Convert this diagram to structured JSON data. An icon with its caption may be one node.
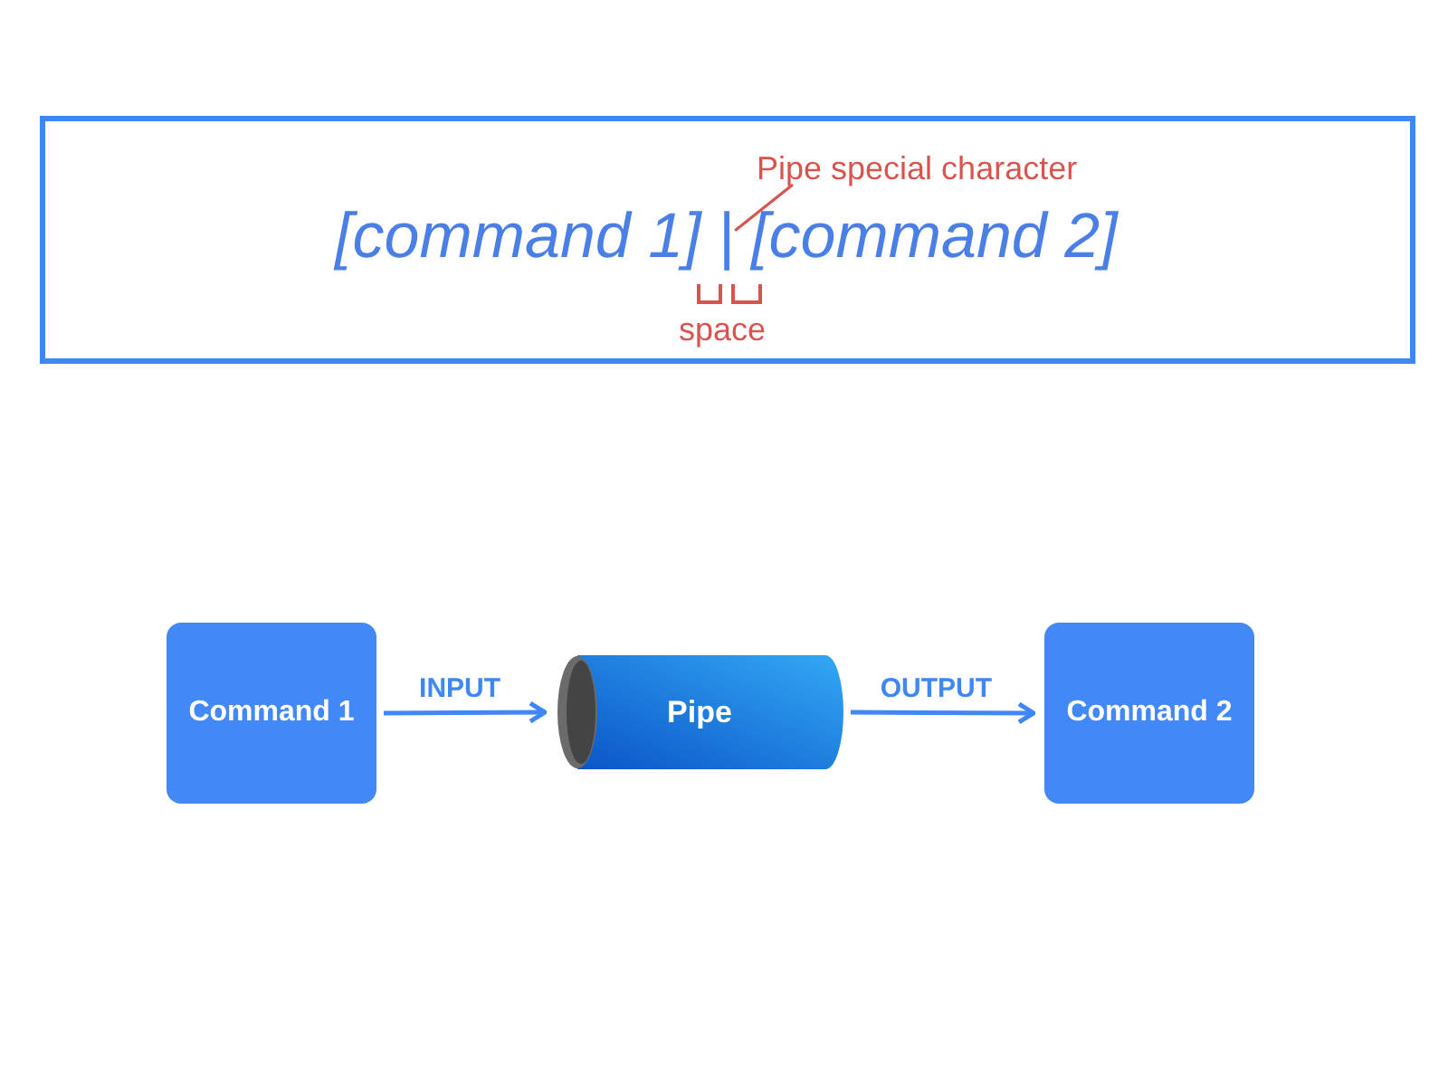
{
  "diagram": {
    "nodes": [
      {
        "text": [],
        "shape": "box"
      },
      {
        "text": [
          "[command 1]"
        ],
        "in": 0
      },
      {
        "text": [
          "|"
        ],
        "in": 0
      },
      {
        "text": [
          "[command 2]"
        ],
        "in": 0
      },
      {
        "text": [
          "Pipe special character"
        ],
        "in": 0
      },
      {
        "text": [
          "Command 1"
        ]
      },
      {
        "text": [
          "Pipe"
        ]
      },
      {
        "text": [
          "Command 2"
        ]
      }
    ],
    "edges": [
      {
        "from": 4,
        "to": 2,
        "arrow": "none",
        "color": "#d9534f"
      },
      {
        "from": 5,
        "to": 6,
        "arrow": "to",
        "label": "INPUT"
      },
      {
        "from": 6,
        "to": 7,
        "arrow": "to",
        "label": "OUTPUT"
      }
    ],
    "labels": [
      "space"
    ]
  }
}
